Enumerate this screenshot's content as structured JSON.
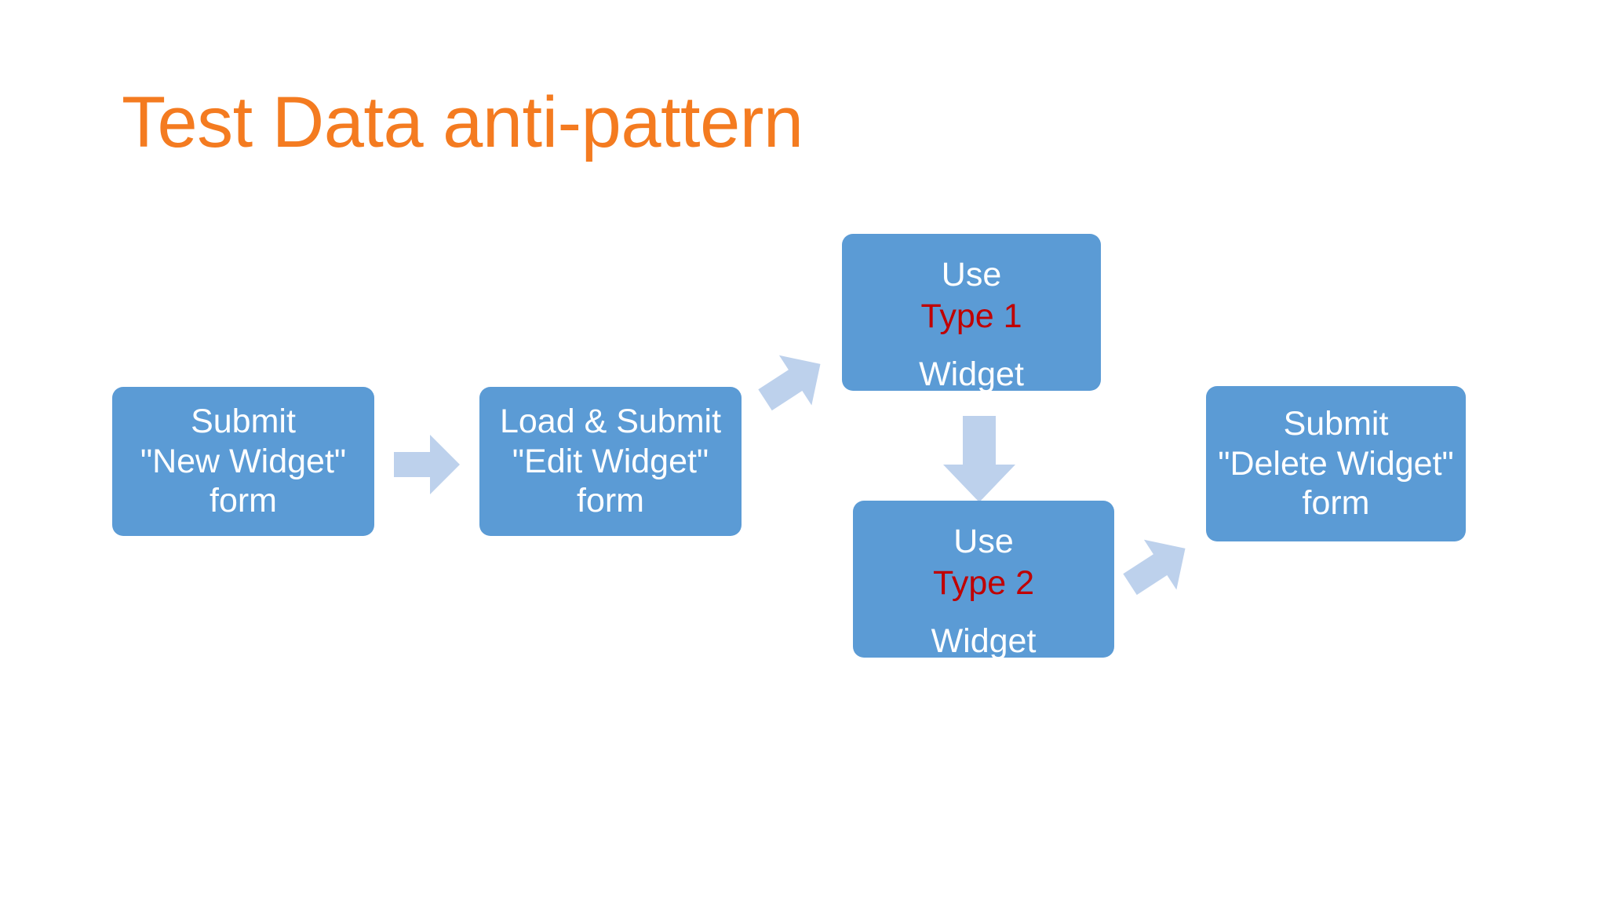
{
  "slide": {
    "title": "Test Data anti-pattern",
    "background_color": "#FFFFFF",
    "title_color": "#F47B20"
  },
  "theme": {
    "box_fill": "#5B9BD5",
    "box_text": "#FFFFFF",
    "emphasis_text": "#C00000",
    "arrow_fill": "#BDD1EC"
  },
  "diagram": {
    "type": "flowchart",
    "nodes": [
      {
        "id": "new-widget",
        "name": "submit-new-widget-box",
        "lines": [
          "Submit",
          "\"New Widget\"",
          "form"
        ],
        "line1": "Submit",
        "line2": "\"New Widget\"",
        "line3": "form"
      },
      {
        "id": "edit-widget",
        "name": "load-submit-edit-widget-box",
        "lines": [
          "Load & Submit",
          "\"Edit Widget\"",
          "form"
        ],
        "line1": "Load & Submit",
        "line2": "\"Edit Widget\"",
        "line3": "form"
      },
      {
        "id": "type-1",
        "name": "use-type-1-widget-box",
        "lines": [
          "Use",
          "Type 1",
          "Widget"
        ],
        "line1": "Use",
        "line2": "Type 1",
        "line3": "Widget",
        "emphasis_line": 2
      },
      {
        "id": "type-2",
        "name": "use-type-2-widget-box",
        "lines": [
          "Use",
          "Type 2",
          "Widget"
        ],
        "line1": "Use",
        "line2": "Type 2",
        "line3": "Widget",
        "emphasis_line": 2
      },
      {
        "id": "delete-widget",
        "name": "submit-delete-widget-box",
        "lines": [
          "Submit",
          "\"Delete Widget\"",
          "form"
        ],
        "line1": "Submit",
        "line2": "\"Delete Widget\"",
        "line3": "form"
      }
    ],
    "connectors": [
      {
        "id": "a1",
        "icon": "right-arrow-icon",
        "from": "new-widget",
        "to": "edit-widget",
        "direction": "right"
      },
      {
        "id": "a2",
        "icon": "up-right-arrow-icon",
        "from": "edit-widget",
        "to": "type-1",
        "direction": "up-right"
      },
      {
        "id": "a3",
        "icon": "down-arrow-icon",
        "from": "type-1",
        "to": "type-2",
        "direction": "down"
      },
      {
        "id": "a4",
        "icon": "up-right-arrow-icon",
        "from": "type-2",
        "to": "delete-widget",
        "direction": "up-right"
      }
    ]
  }
}
